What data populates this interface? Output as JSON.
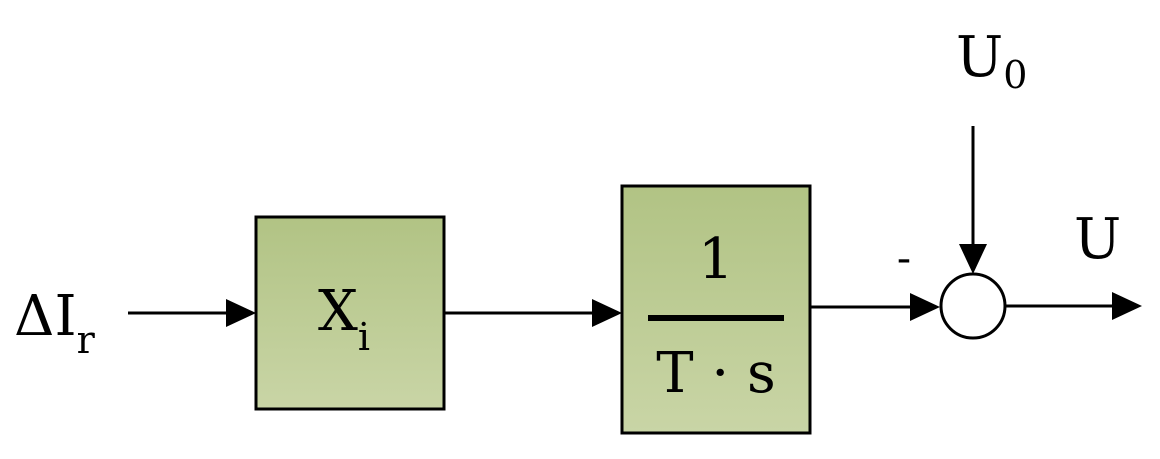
{
  "diagram": {
    "input": {
      "main": "ΔI",
      "sub": "r"
    },
    "gain_block": {
      "main": "X",
      "sub": "i"
    },
    "integrator_block": {
      "numerator": "1",
      "denominator": "T · s"
    },
    "summing_junction": {
      "sign": "-"
    },
    "reference": {
      "main": "U",
      "sub": "0"
    },
    "output": {
      "label": "U"
    },
    "colors": {
      "block_fill_top": "#b1c384",
      "block_fill_bottom": "#c9d5a6",
      "line": "#000000",
      "background": "#ffffff"
    }
  }
}
